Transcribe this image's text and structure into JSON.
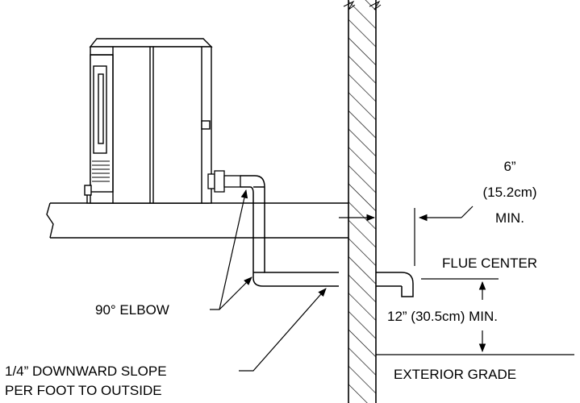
{
  "labels": {
    "clearance_inches": "6”",
    "clearance_cm": "(15.2cm)",
    "clearance_min": "MIN.",
    "flue_center": "FLUE CENTER",
    "height_min": "12” (30.5cm) MIN.",
    "exterior_grade": "EXTERIOR GRADE",
    "elbow": "90° ELBOW",
    "slope_line1": "1/4” DOWNWARD SLOPE",
    "slope_line2": "PER FOOT TO OUTSIDE"
  }
}
